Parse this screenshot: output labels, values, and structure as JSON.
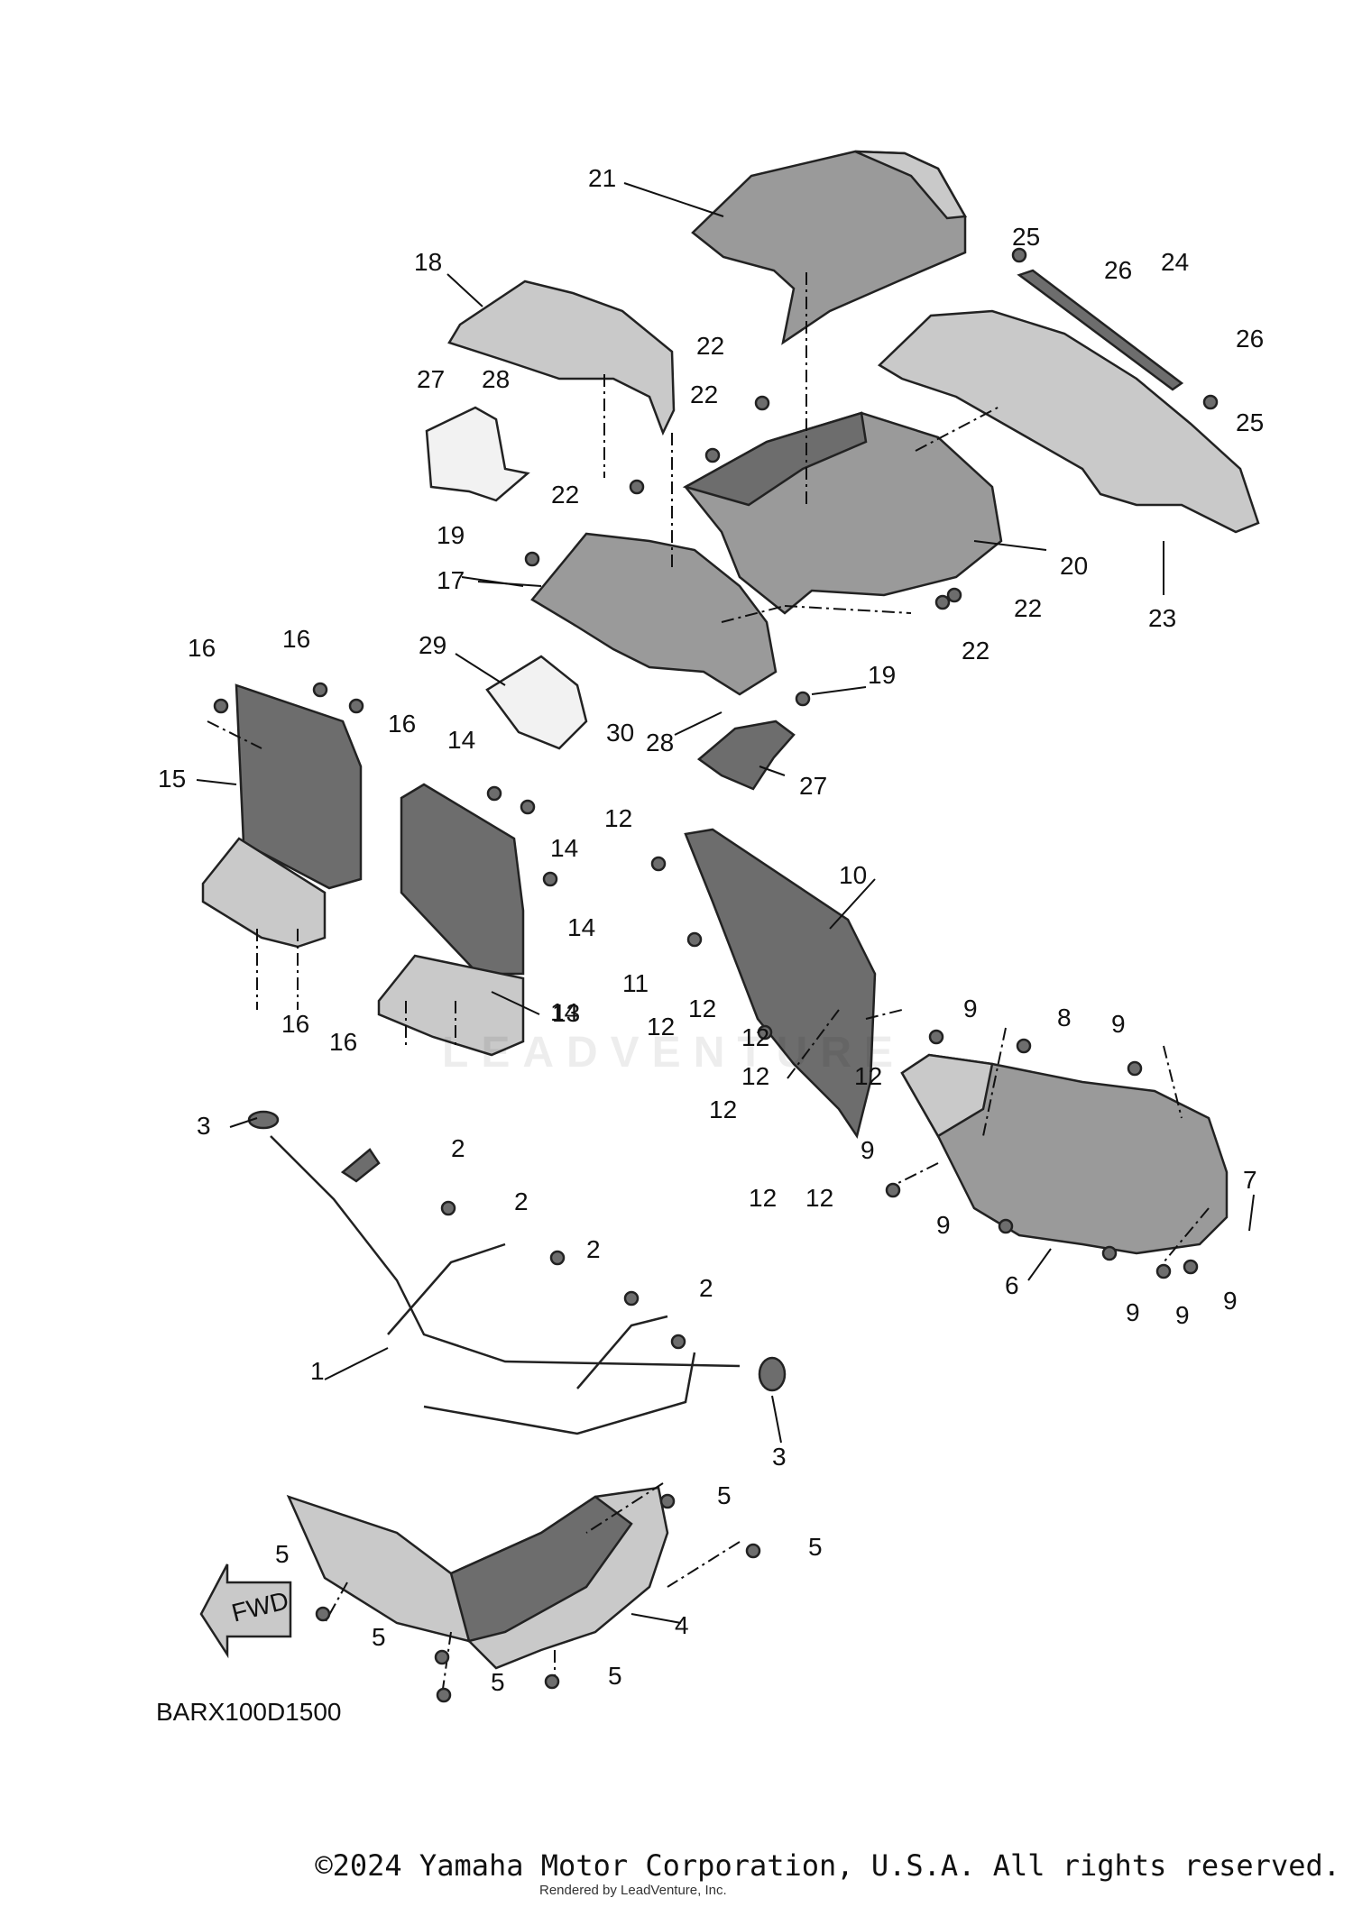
{
  "diagram": {
    "code": "BARX100D1500",
    "fwd_label": "FWD",
    "callouts": [
      "21",
      "18",
      "25",
      "26",
      "24",
      "26",
      "25",
      "27",
      "28",
      "22",
      "22",
      "22",
      "19",
      "20",
      "17",
      "22",
      "22",
      "23",
      "16",
      "16",
      "16",
      "29",
      "30",
      "19",
      "28",
      "27",
      "15",
      "14",
      "14",
      "14",
      "14",
      "13",
      "16",
      "16",
      "12",
      "10",
      "11",
      "12",
      "12",
      "9",
      "8",
      "9",
      "12",
      "12",
      "12",
      "12",
      "12",
      "12",
      "9",
      "7",
      "9",
      "6",
      "9",
      "9",
      "9",
      "3",
      "2",
      "2",
      "2",
      "2",
      "1",
      "3",
      "5",
      "5",
      "5",
      "4",
      "5",
      "5",
      "5"
    ]
  },
  "watermark": "LEADVENTURE",
  "footer": {
    "copyright": "©2024 Yamaha Motor Corporation, U.S.A. All rights reserved.",
    "rendered_by": "Rendered by LeadVenture, Inc."
  }
}
